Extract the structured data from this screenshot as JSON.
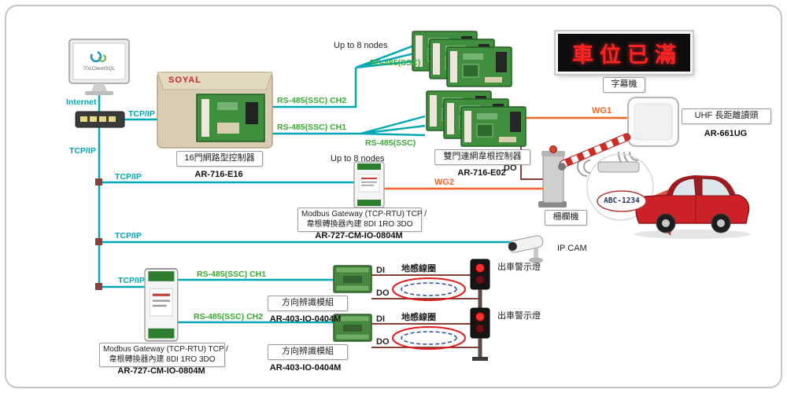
{
  "colors": {
    "teal": "#00a7b5",
    "green": "#3aaa35",
    "orange": "#f26522",
    "maroon": "#8a3f38",
    "led_red": "#ff2222",
    "car_red": "#cc2127",
    "pcb_green": "#3f8f3f"
  },
  "labels": {
    "internet": "Internet",
    "tcpip": "TCP/IP",
    "rs485_ch1": "RS-485(SSC) CH1",
    "rs485_ch2": "RS-485(SSC) CH2",
    "rs485": "RS-485(SSC)",
    "up_to_8_nodes": "Up to 8 nodes",
    "wg1": "WG1",
    "wg2": "WG2",
    "di": "DI",
    "do": "DO",
    "ip_cam": "IP CAM",
    "barrier": "柵欄機",
    "sign_label": "字幕機",
    "sign_text": "車位已滿",
    "loop": "地感線圈",
    "warning_light": "出車警示燈",
    "plate": "ABC-1234",
    "client_software": "701ClientSQL",
    "brand": "SOYAL"
  },
  "devices": {
    "controller_16": {
      "title": "16門網路型控制器",
      "model": "AR-716-E16"
    },
    "dual_controller": {
      "title": "雙門連網韋根控制器",
      "model": "AR-716-E02"
    },
    "uhf_reader": {
      "title": "UHF 長距離讀頭",
      "model": "AR-661UG"
    },
    "modbus_gateway": {
      "line1": "Modbus Gateway (TCP-RTU) TCP /",
      "line2": "韋根轉換器內建 8DI 1RO 3DO",
      "model": "AR-727-CM-IO-0804M"
    },
    "direction_module": {
      "title": "方向辨識模組",
      "model": "AR-403-IO-0404M"
    }
  }
}
